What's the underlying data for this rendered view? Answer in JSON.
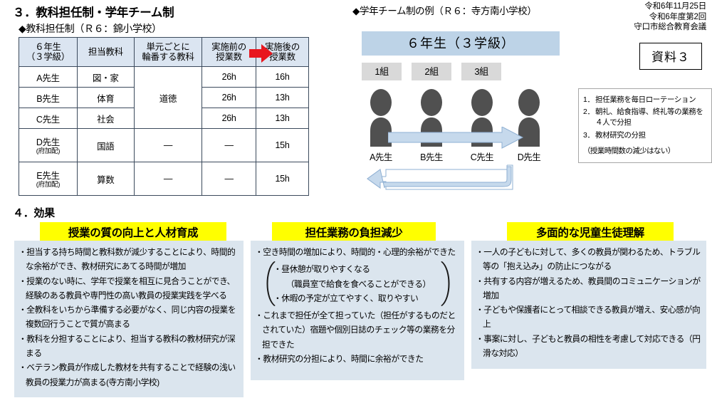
{
  "meeting": {
    "date": "令和6年11月25日",
    "session": "令和6年度第2回",
    "name": "守口市総合教育会議",
    "document_label": "資料３"
  },
  "section3": {
    "title": "３．教科担任制・学年チーム制",
    "subject_subtitle": "◆教科担任制（Ｒ６：錦小学校）",
    "team_subtitle": "◆学年チーム制の例（Ｒ６：寺方南小学校）"
  },
  "subject_table": {
    "headers": {
      "teacher": "６年生",
      "teacher_sub": "（３学級）",
      "subject": "担当教科",
      "rotate": "単元ごとに",
      "rotate_sub": "輪番する教科",
      "before": "実施前の",
      "before_sub": "授業数",
      "after": "実施後の",
      "after_sub": "授業数"
    },
    "rotate_merged_value": "道徳",
    "rows": [
      {
        "teacher": "A先生",
        "teacher_note": "",
        "subject": "図・家",
        "before": "26h",
        "after": "16h"
      },
      {
        "teacher": "B先生",
        "teacher_note": "",
        "subject": "体育",
        "before": "26h",
        "after": "13h"
      },
      {
        "teacher": "C先生",
        "teacher_note": "",
        "subject": "社会",
        "before": "26h",
        "after": "13h"
      },
      {
        "teacher": "D先生",
        "teacher_note": "(府加配)",
        "subject": "国語",
        "rotate": "—",
        "before": "—",
        "after": "15h"
      },
      {
        "teacher": "E先生",
        "teacher_note": "(府加配)",
        "subject": "算数",
        "rotate": "—",
        "before": "—",
        "after": "15h"
      }
    ]
  },
  "team_diagram": {
    "grade_banner": "６年生（３学級）",
    "classes": [
      "1組",
      "2組",
      "3組"
    ],
    "teachers": [
      "A先生",
      "B先生",
      "C先生",
      "D先生"
    ],
    "notes": [
      {
        "num": "1．",
        "text": "担任業務を毎日ローテーション"
      },
      {
        "num": "2．",
        "text": "朝礼、給食指導、終礼等の業務を４人で分担"
      },
      {
        "num": "3．",
        "text": "教材研究の分担"
      }
    ],
    "note_tail": "（授業時間数の減少はない）"
  },
  "section4": {
    "title": "４．効果",
    "columns": [
      {
        "heading": "授業の質の向上と人材育成",
        "items": [
          "・担当する持ち時間と教科数が減少することにより、時間的な余裕ができ、教材研究にあてる時間が増加",
          "・授業のない時に、学年で授業を相互に見合うことができ、経験のある教員や専門性の高い教員の授業実践を学べる",
          "・全教科をいちから準備する必要がなく、同じ内容の授業を複数回行うことで質が高まる",
          "・教科を分担することにより、担当する教科の教材研究が深まる",
          "・ベテラン教員が作成した教材を共有することで経験の浅い教員の授業力が高まる(寺方南小学校)"
        ]
      },
      {
        "heading": "担任業務の負担減少",
        "items_before": [
          "・空き時間の増加により、時間的・心理的余裕ができた"
        ],
        "bracket_items": [
          "・昼休憩が取りやすくなる",
          "（職員室で給食を食べることができる）",
          "・休暇の予定が立てやすく、取りやすい"
        ],
        "items_after": [
          "・これまで担任が全て担っていた（担任がするものだとされていた）宿題や個別日誌のチェック等の業務を分担できた",
          "・教材研究の分担により、時間に余裕ができた"
        ]
      },
      {
        "heading": "多面的な児童生徒理解",
        "items": [
          "・一人の子どもに対して、多くの教員が関わるため、トラブル等の「抱え込み」の防止につながる",
          "・共有する内容が増えるため、教員間のコミュニケーションが増加",
          "・子どもや保護者にとって相談できる教員が増え、安心感が向上",
          "・事案に対し、子どもと教員の相性を考慮して対応できる（円滑な対応）"
        ]
      }
    ]
  },
  "colors": {
    "table_header_bg": "#dbe5f1",
    "banner_bg": "#bdd3e7",
    "chip_bg": "#d9d9d9",
    "effect_heading_bg": "#ffff00",
    "effect_body_bg": "#dbe5ee",
    "arrow_red": "#e8171f",
    "arrow_blue": "#c6d9ec",
    "figure_gray": "#505050"
  }
}
